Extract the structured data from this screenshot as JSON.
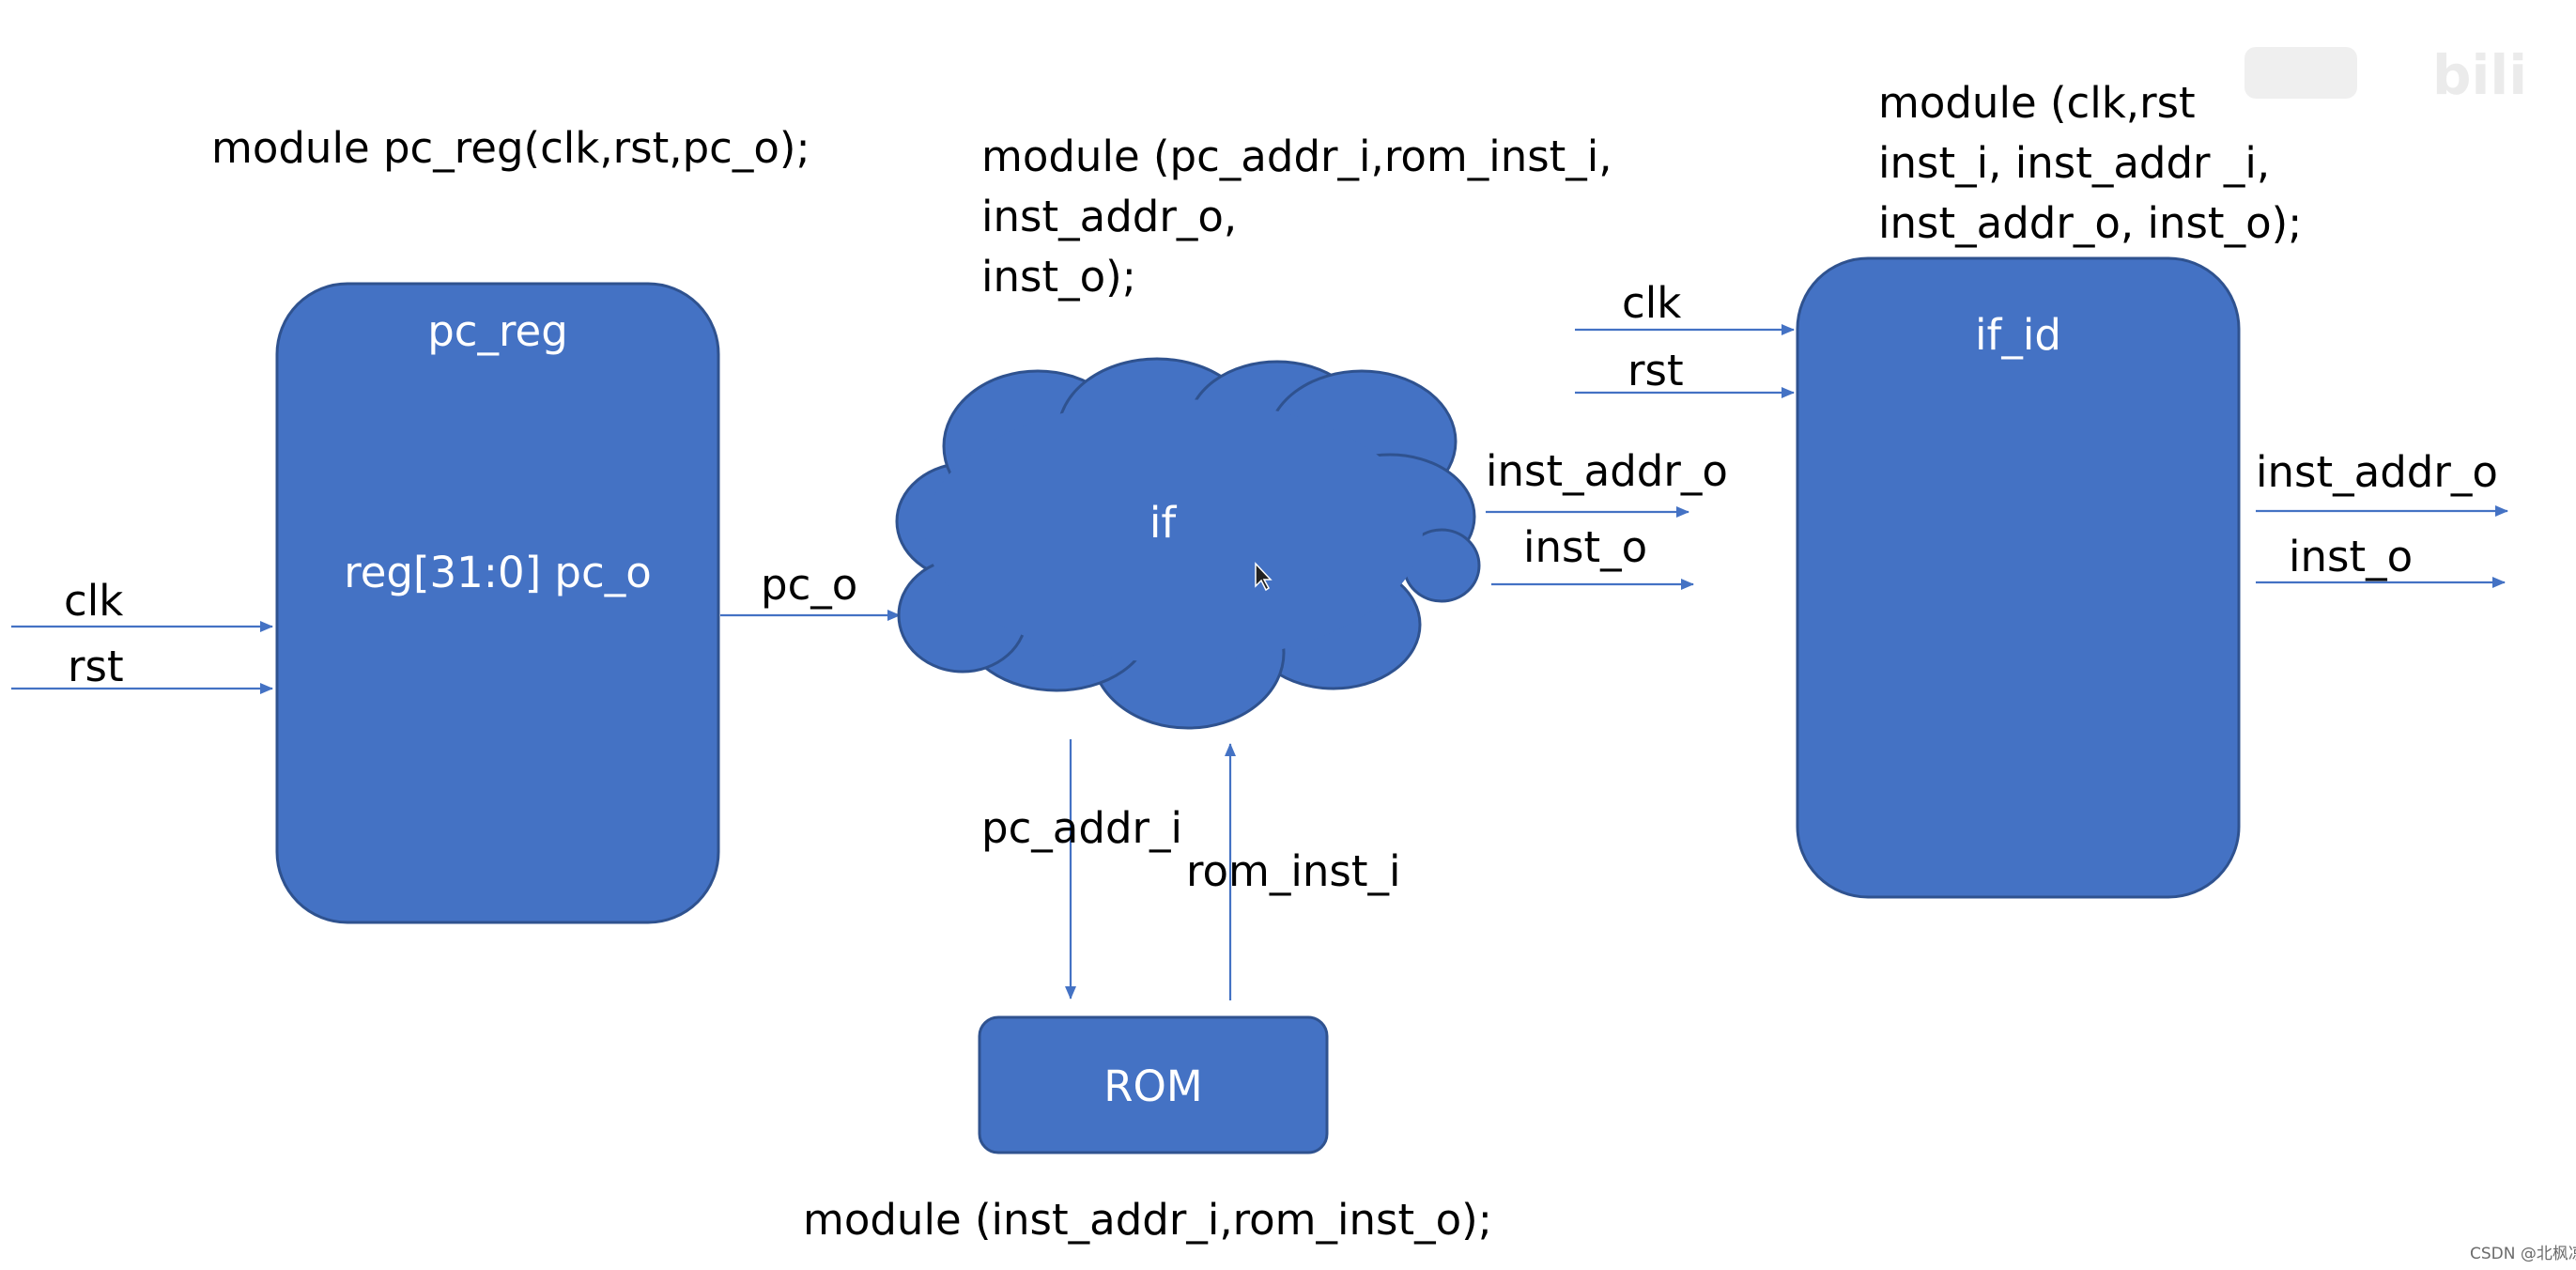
{
  "modules": {
    "pc_reg_decl": "module pc_reg(clk,rst,pc_o);",
    "if_decl": [
      "module (pc_addr_i,rom_inst_i,",
      "inst_addr_o,",
      "inst_o);"
    ],
    "if_id_decl": [
      "module (clk,rst",
      "inst_i, inst_addr _i,",
      "inst_addr_o, inst_o);"
    ],
    "rom_decl": "module (inst_addr_i,rom_inst_o);"
  },
  "blocks": {
    "pc_reg": {
      "title": "pc_reg",
      "body": "reg[31:0] pc_o"
    },
    "if": {
      "title": "if"
    },
    "if_id": {
      "title": "if_id"
    },
    "rom": {
      "title": "ROM"
    }
  },
  "signals": {
    "pc_reg_in": [
      "clk",
      "rst"
    ],
    "pc_o": "pc_o",
    "if_out": [
      "inst_addr_o",
      "inst_o"
    ],
    "if_id_in": [
      "clk",
      "rst"
    ],
    "if_id_out": [
      "inst_addr_o",
      "inst_o"
    ],
    "pc_addr_i": "pc_addr_i",
    "rom_inst_i": "rom_inst_i"
  },
  "watermark": {
    "corner_logo": "bili",
    "footer": "CSDN @北枫凉"
  },
  "colors": {
    "block_fill": "#4472C4",
    "block_stroke": "#2F528F",
    "wire": "#4472C4",
    "text": "#000000"
  }
}
